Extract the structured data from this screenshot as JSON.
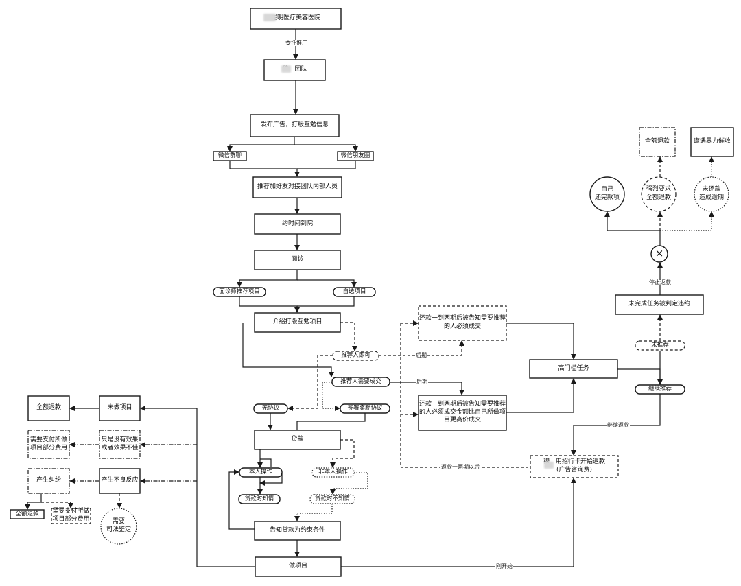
{
  "nodes": {
    "hospital": "昆明医疗美容医院",
    "team": "移　团队",
    "publish": "发布广告，打版互勉信息",
    "wechat_group": "微信群聊",
    "wechat_moments": "微信朋友圈",
    "recommend_friend": "推荐加好友对接团队内部人员",
    "appointment": "约时间到院",
    "consultation": "面诊",
    "doctor_recommend": "面诊师推荐项目",
    "self_select": "自选项目",
    "introduce": "介绍打版互勉项目",
    "referrer_only": "推荐人即可",
    "referrer_deal": "推荐人需要成交",
    "no_agreement": "无协议",
    "sign_agreement": "签署奖励协议",
    "loan": "贷款",
    "self_operate": "本人操作",
    "not_self_operate": "非本人操作",
    "loan_aware": "贷款时知情",
    "loan_unaware": "贷款时不知情",
    "inform_condition": "告知贷款为约束条件",
    "do_project": "做项目",
    "repay_a": "还款一到两期后被告知需要推荐的人必须成交",
    "repay_b": "还款一到两期后被告知需要推荐的人必须成交金额比自己所做项目更高价成交",
    "high_threshold": "高门槛任务",
    "start_refund": "穆　用招行卡开始返款\n(广告咨询费)",
    "continue_recommend": "继续推荐",
    "not_recommend": "未推荐",
    "judged_breach": "未完成任务被判定违约",
    "x_symbol": "×",
    "self_repay": "自己\n还完款项",
    "force_refund": "强烈要求\n全额退款",
    "unpaid_overdue": "未还款\n造成逾期",
    "full_refund_top": "全额退款",
    "violent_collection": "遭遇暴力催收",
    "not_done": "未做项目",
    "full_refund_left": "全额退款",
    "no_effect": "只是没有效果\n或者效果不佳",
    "pay_part_a": "需要支付所做\n项目部分费用",
    "bad_reaction": "产生不良反应",
    "dispute": "产生纠纷",
    "full_refund_bottom": "全额退款",
    "pay_part_b": "需要支付所做\n项目部分费用",
    "judicial": "需要\n司法鉴定"
  },
  "edge_labels": {
    "entrust": "委托推广",
    "later_1": "后期",
    "later_2": "后期",
    "stop_refund": "停止返款",
    "continue_refund": "继续返款",
    "refund_after": "返款一两期以后",
    "just_started": "刚开始"
  },
  "colors": {
    "stroke": "#1a1a1a",
    "fill": "#ffffff",
    "text": "#111111"
  }
}
